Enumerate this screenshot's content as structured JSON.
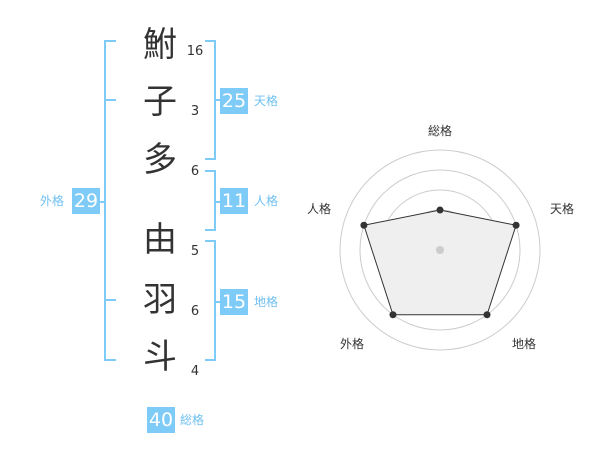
{
  "name_chars": [
    {
      "char": "鮒",
      "strokes": "16"
    },
    {
      "char": "子",
      "strokes": "3"
    },
    {
      "char": "多",
      "strokes": "6"
    },
    {
      "char": "由",
      "strokes": "5"
    },
    {
      "char": "羽",
      "strokes": "6"
    },
    {
      "char": "斗",
      "strokes": "4"
    }
  ],
  "kaku": {
    "ten": {
      "value": "25",
      "label": "天格"
    },
    "jin": {
      "value": "11",
      "label": "人格"
    },
    "chi": {
      "value": "15",
      "label": "地格"
    },
    "gai": {
      "value": "29",
      "label": "外格"
    },
    "sou": {
      "value": "40",
      "label": "総格"
    }
  },
  "chart_data": {
    "type": "radar",
    "axes": [
      "総格",
      "天格",
      "地格",
      "外格",
      "人格"
    ],
    "values": [
      2,
      4,
      4,
      4,
      4
    ],
    "max": 5,
    "rings": 5
  },
  "colors": {
    "accent": "#7fcbf7"
  }
}
